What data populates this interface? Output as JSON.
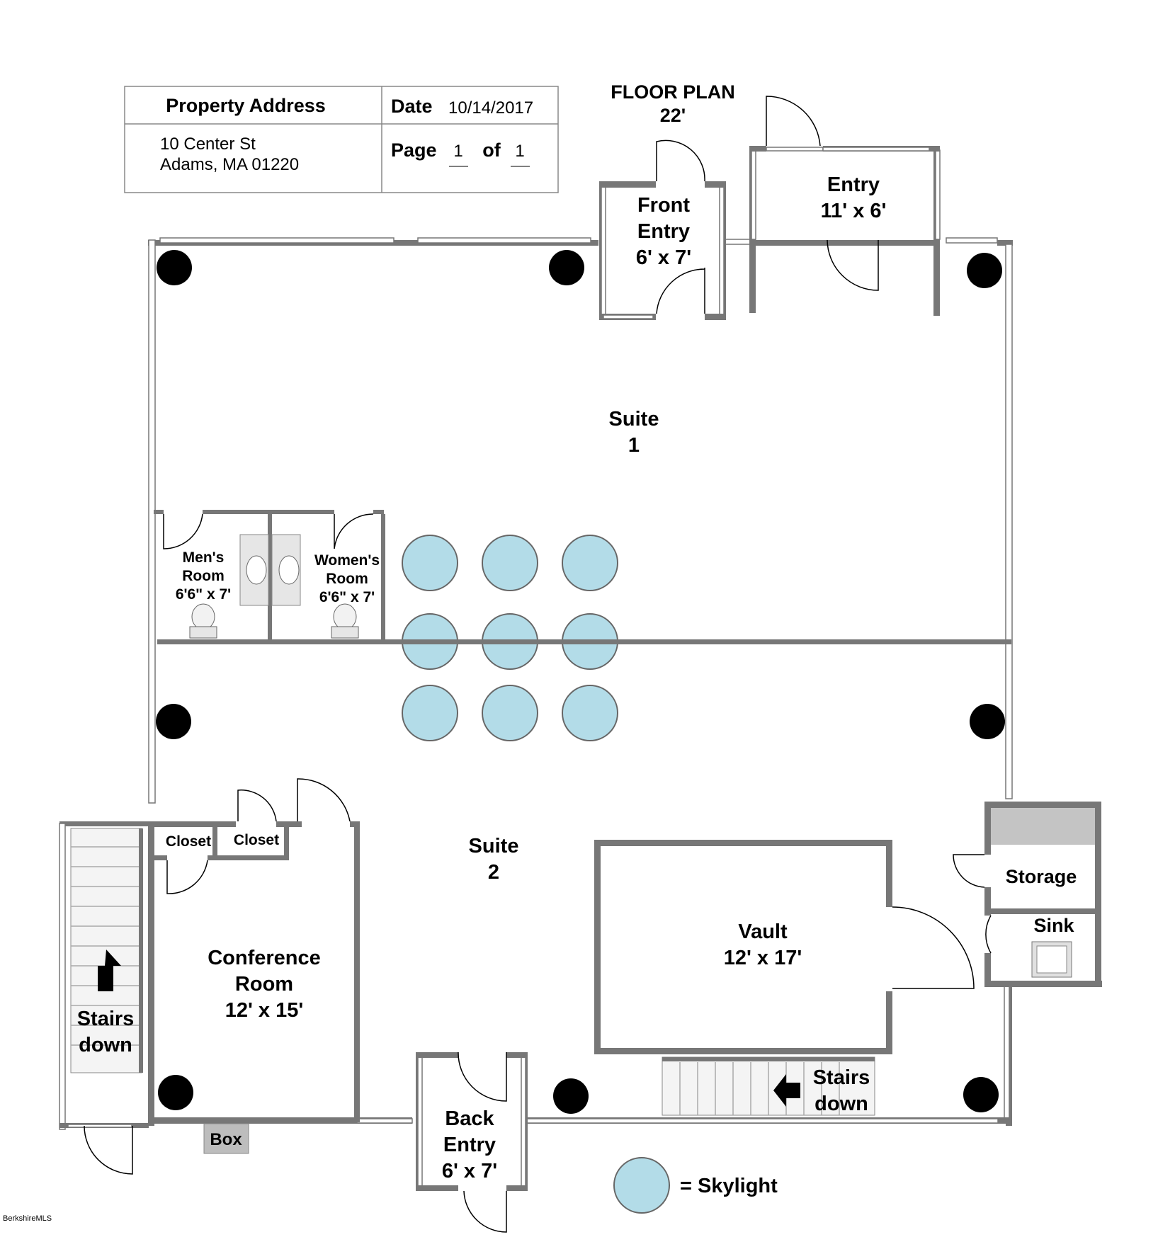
{
  "title_block": {
    "address_header": "Property Address",
    "address_line1": "10 Center St",
    "address_line2": "Adams, MA 01220",
    "date_label": "Date",
    "date_value": "10/14/2017",
    "page_label": "Page",
    "page_num": "1",
    "of_label": "of",
    "page_total": "1"
  },
  "plan_header": {
    "title": "FLOOR PLAN",
    "dimension": "22'"
  },
  "rooms": {
    "front_entry": {
      "l1": "Front",
      "l2": "Entry",
      "l3": "6' x 7'"
    },
    "entry": {
      "l1": "Entry",
      "l2": "11' x 6'"
    },
    "suite1": {
      "l1": "Suite",
      "l2": "1"
    },
    "mens": {
      "l1": "Men's",
      "l2": "Room",
      "l3": "6'6\" x 7'"
    },
    "womens": {
      "l1": "Women's",
      "l2": "Room",
      "l3": "6'6\" x 7'"
    },
    "suite2": {
      "l1": "Suite",
      "l2": "2"
    },
    "closet1": "Closet",
    "closet2": "Closet",
    "conference": {
      "l1": "Conference",
      "l2": "Room",
      "l3": "12' x 15'"
    },
    "stairs_left": {
      "l1": "Stairs",
      "l2": "down"
    },
    "vault": {
      "l1": "Vault",
      "l2": "12' x 17'"
    },
    "storage": "Storage",
    "sink": "Sink",
    "stairs_bottom": {
      "l1": "Stairs",
      "l2": "down"
    },
    "back_entry": {
      "l1": "Back",
      "l2": "Entry",
      "l3": "6' x 7'"
    },
    "box": "Box"
  },
  "legend": {
    "label": "= Skylight"
  },
  "watermark": "BerkshireMLS",
  "colors": {
    "skylight": "#b3dce8",
    "wall": "#777777",
    "column": "#000000"
  }
}
